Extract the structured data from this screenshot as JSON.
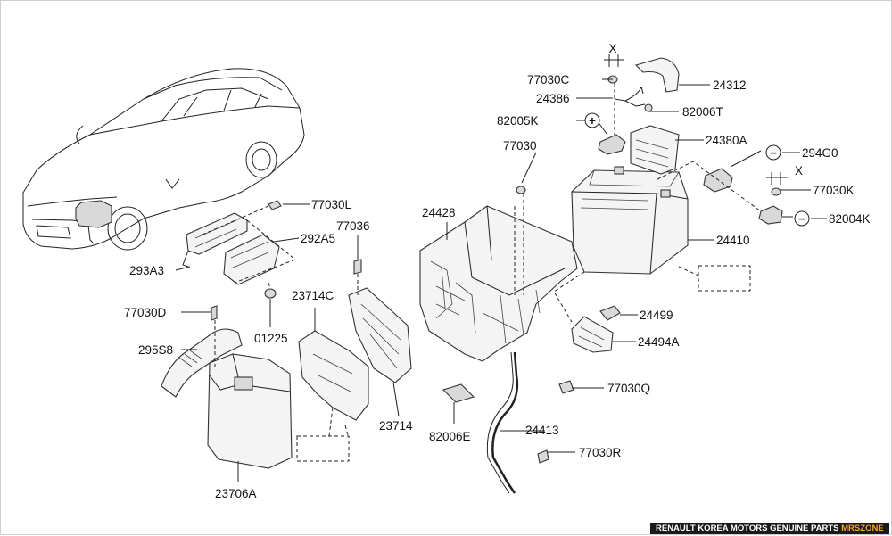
{
  "labels": {
    "p77030C": "77030C",
    "p24312": "24312",
    "p24386": "24386",
    "p82006T": "82006T",
    "p82005K": "82005K",
    "p24380A": "24380A",
    "p294G0": "294G0",
    "p77030": "77030",
    "p77030K": "77030K",
    "p82004K": "82004K",
    "p24410": "24410",
    "p77030L": "77030L",
    "p24428": "24428",
    "p77036": "77036",
    "p292A5": "292A5",
    "p293A3": "293A3",
    "p23714C": "23714C",
    "p24499": "24499",
    "p24494A": "24494A",
    "p77030D": "77030D",
    "p295S8": "295S8",
    "p01225": "01225",
    "p77030Q": "77030Q",
    "p23714": "23714",
    "p24413": "24413",
    "p82006E": "82006E",
    "p77030R": "77030R",
    "p23706A": "23706A"
  },
  "dimension_marks": {
    "x_top": "X",
    "x_right": "X"
  },
  "symbols": {
    "plus": "+",
    "minus": "−"
  },
  "footer": {
    "text": "RENAULT KOREA MOTORS GENUINE PARTS ",
    "brand": "MRSZONE"
  }
}
